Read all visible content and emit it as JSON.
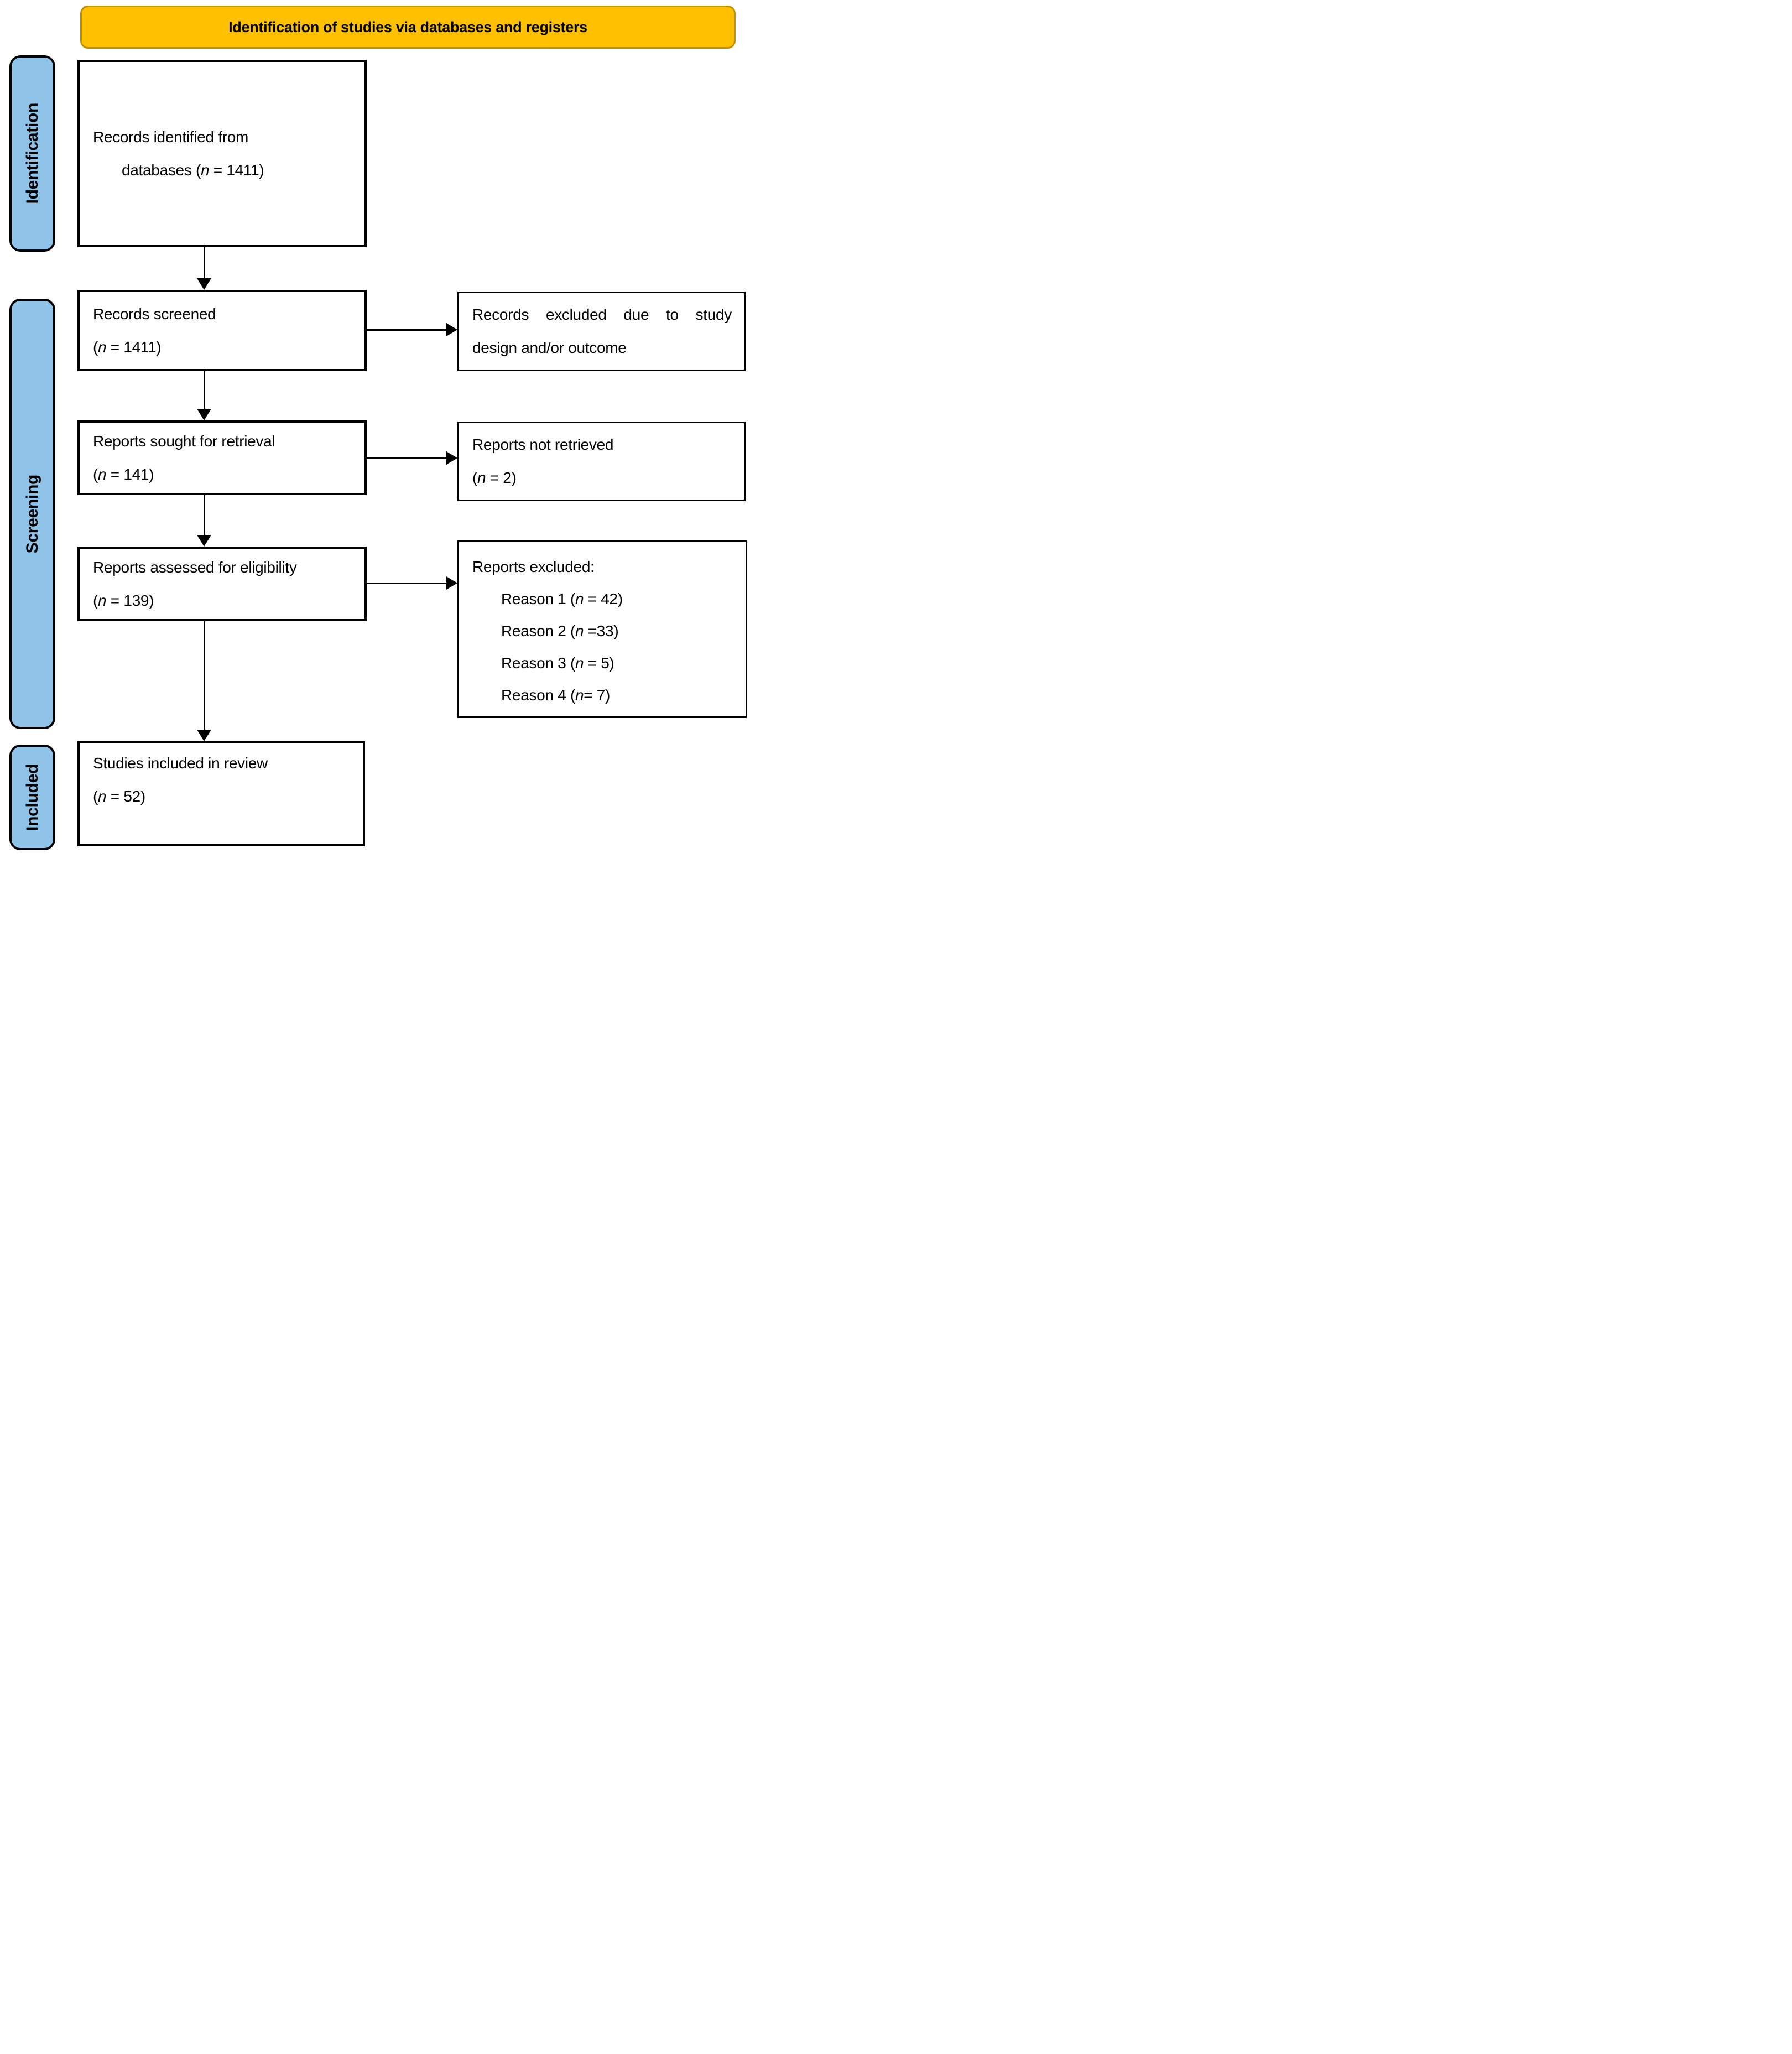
{
  "colors": {
    "banner_bg": "#FFC000",
    "banner_border": "#BF9000",
    "side_bg": "#8FC3E8",
    "ink": "#000000"
  },
  "banner": {
    "label": "Identification of studies via databases and registers"
  },
  "side_labels": [
    {
      "label": "Identification"
    },
    {
      "label": "Screening"
    },
    {
      "label": "Included"
    }
  ],
  "flow": {
    "box1": {
      "line1": "Records identified from",
      "line2_pre": "databases (",
      "line2_n": "n",
      "line2_post": " = 1411)"
    },
    "box2": {
      "line1": "Records screened",
      "line2_pre": "(",
      "line2_n": "n",
      "line2_post": " = 1411)"
    },
    "box3": {
      "line1": "Reports sought for retrieval",
      "line2_pre": "(",
      "line2_n": "n",
      "line2_post": " = 141)"
    },
    "box4": {
      "line1": "Reports assessed for eligibility",
      "line2_pre": "(",
      "line2_n": "n",
      "line2_post": " = 139)"
    },
    "box5": {
      "line1": "Studies included in review",
      "line2_pre": "(",
      "line2_n": "n",
      "line2_post": " = 52)"
    },
    "excl2": {
      "line1": "Records excluded due to study",
      "line2": "design and/or outcome"
    },
    "excl3": {
      "line1": "Reports not retrieved",
      "line2_pre": "(",
      "line2_n": "n",
      "line2_post": " = 2)"
    },
    "excl4": {
      "header": "Reports excluded:",
      "reasons": [
        {
          "pre": "Reason 1 (",
          "n": "n",
          "post": " = 42)"
        },
        {
          "pre": "Reason 2 (",
          "n": "n",
          "post": " =33)"
        },
        {
          "pre": "Reason 3 (",
          "n": "n",
          "post": " = 5)"
        },
        {
          "pre": "Reason 4 (",
          "n": "n",
          "post": "= 7)"
        }
      ]
    }
  }
}
